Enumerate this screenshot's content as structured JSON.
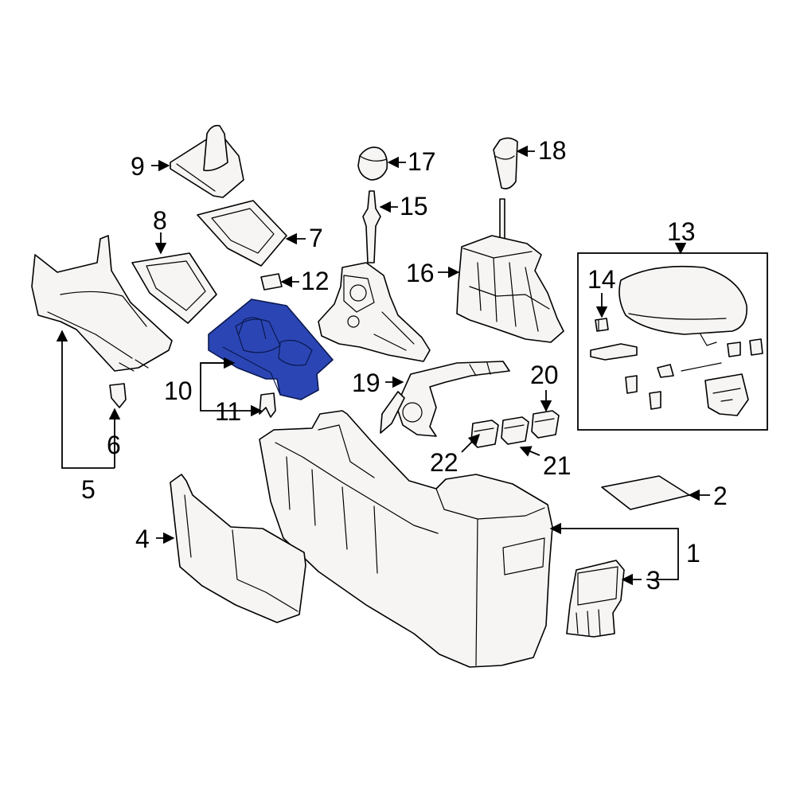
{
  "highlight_color": "#2b46b4",
  "highlighted_part": "10",
  "callouts": {
    "c1": "1",
    "c2": "2",
    "c3": "3",
    "c4": "4",
    "c5": "5",
    "c6": "6",
    "c7": "7",
    "c8": "8",
    "c9": "9",
    "c10": "10",
    "c11": "11",
    "c12": "12",
    "c13": "13",
    "c14": "14",
    "c15": "15",
    "c16": "16",
    "c17": "17",
    "c18": "18",
    "c19": "19",
    "c20": "20",
    "c21": "21",
    "c22": "22"
  }
}
